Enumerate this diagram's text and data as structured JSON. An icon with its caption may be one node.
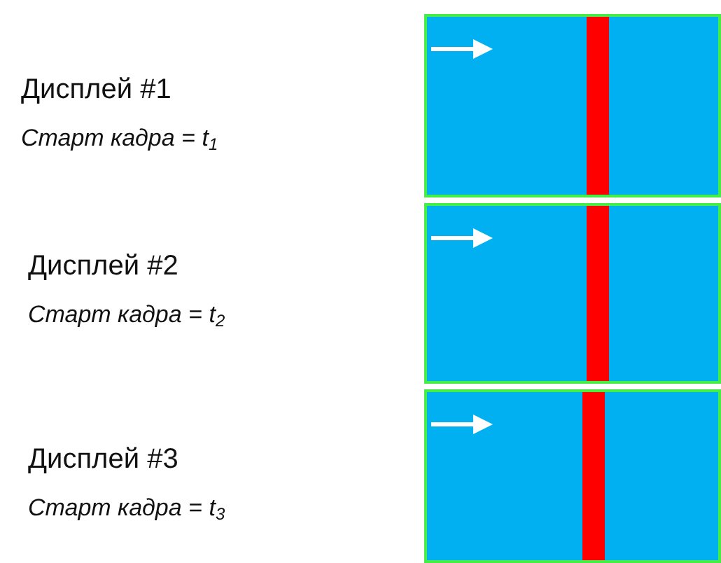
{
  "diagram": {
    "nodes": [
      {
        "text": [],
        "shape": "box",
        "beside": [
          "Дисплей #1",
          "Старт кадра = t$_{1}$"
        ]
      },
      {
        "text": [],
        "shape": "box",
        "beside": [
          "Дисплей #2",
          "Старт кадра = t$_{2}$"
        ]
      },
      {
        "text": [],
        "shape": "box",
        "beside": [
          "Дисплей #3",
          "Старт кадра = t$_{3}$"
        ]
      }
    ]
  }
}
